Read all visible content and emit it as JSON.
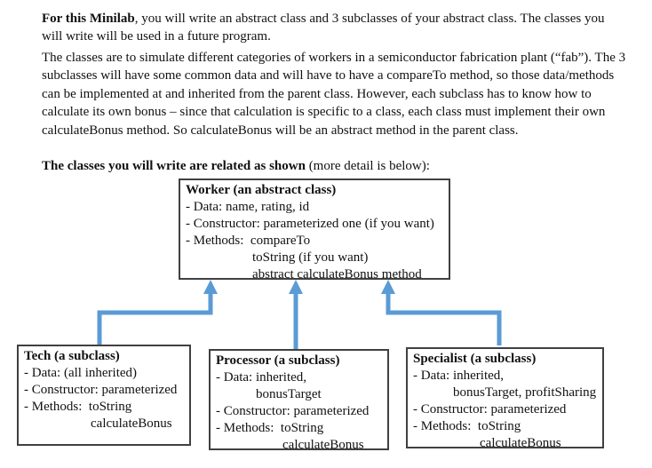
{
  "page": {
    "background": "#ffffff",
    "text_color": "#111111"
  },
  "intro": {
    "para1": {
      "bold": "For this Minilab",
      "rest": ", you will write an abstract class and 3 subclasses of your abstract class. The classes you\nwill write will be used in a future program."
    },
    "para2": {
      "text": "The classes are to simulate different categories of workers in a semiconductor fabrication plant (“fab”). The 3\nsubclasses will have some common data and will have to have a compareTo method, so those data/methods\ncan be implemented at and inherited from the parent class. However, each subclass has to know how to\ncalculate its own bonus – since that calculation is specific to a class, each class must implement their own\ncalculateBonus method. So calculateBonus will be an abstract method in the parent class."
    },
    "para3": {
      "bold": "The classes you will write are related as shown",
      "rest": " (more detail is below):"
    }
  },
  "diagram": {
    "arrow_color": "#5b9bd5",
    "box_border_color": "#404040",
    "boxes": {
      "worker": {
        "title": "Worker (an abstract class)",
        "body": "- Data: name, rating, id\n- Constructor: parameterized one (if you want)\n- Methods:  compareTo\n                    toString (if you want)\n                    abstract calculateBonus method"
      },
      "tech": {
        "title": "Tech (a subclass)",
        "body": "- Data: (all inherited)\n- Constructor: parameterized\n- Methods:  toString\n                    calculateBonus"
      },
      "processor": {
        "title": "Processor (a subclass)",
        "body": "- Data: inherited,\n            bonusTarget\n- Constructor: parameterized\n- Methods:  toString\n                    calculateBonus"
      },
      "specialist": {
        "title": "Specialist (a subclass)",
        "body": "- Data: inherited,\n            bonusTarget, profitSharing\n- Constructor: parameterized\n- Methods:  toString\n                    calculateBonus"
      }
    }
  }
}
